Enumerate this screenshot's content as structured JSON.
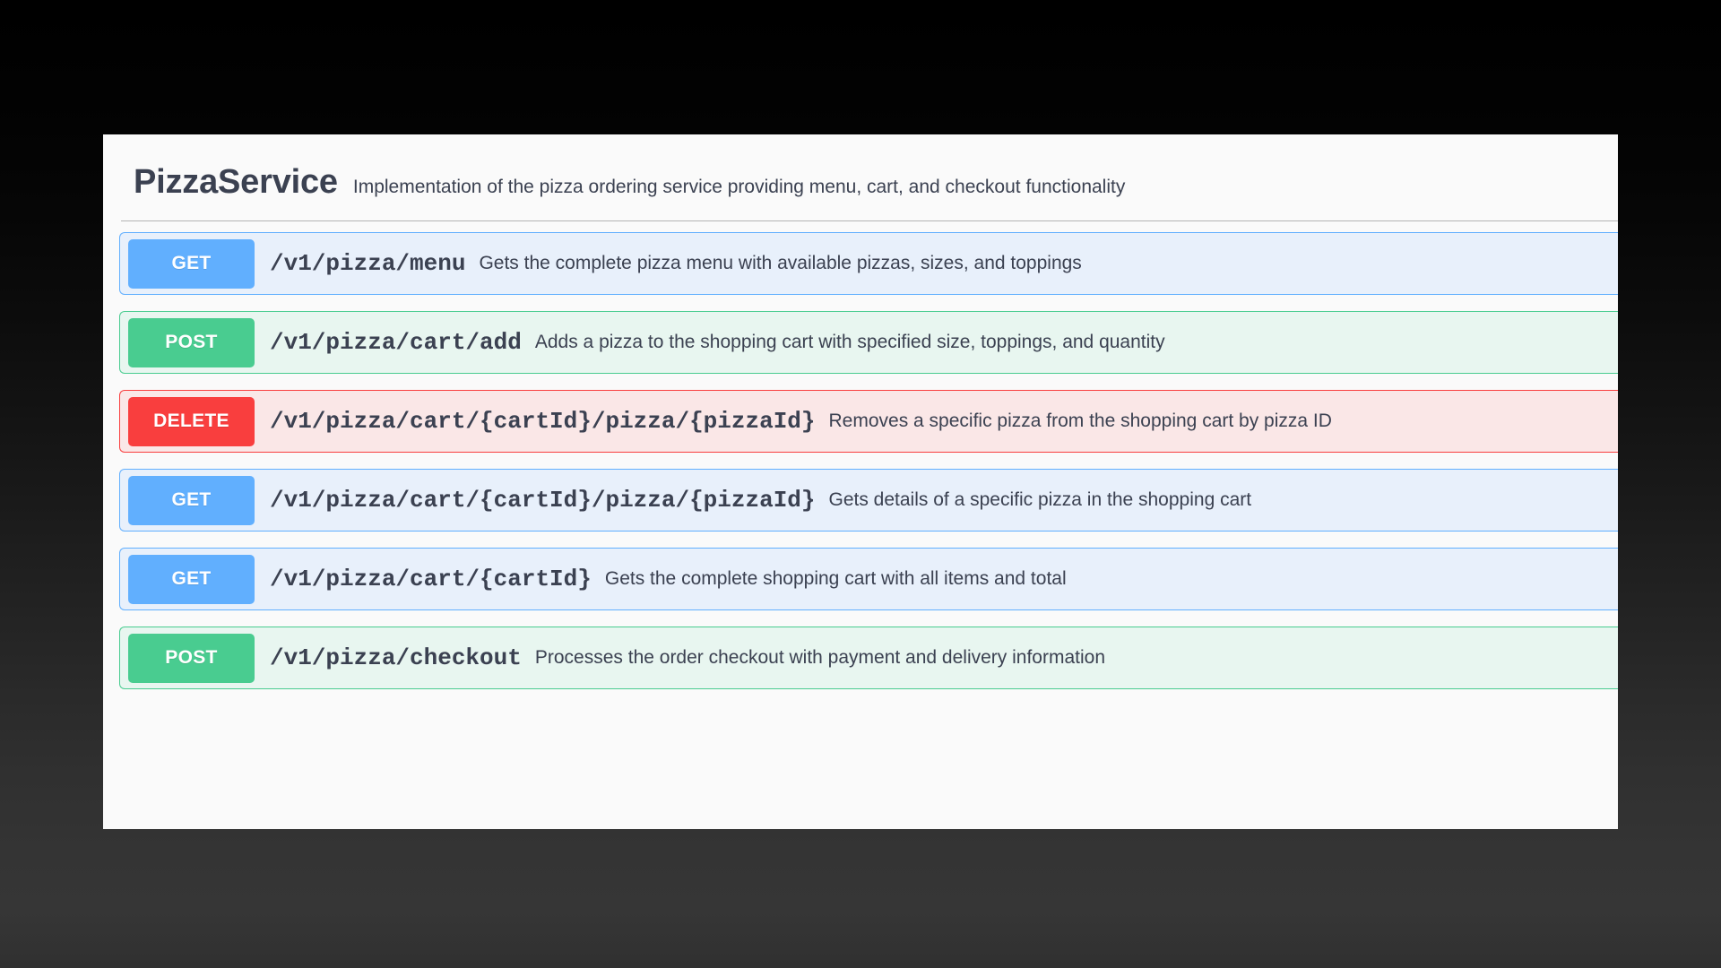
{
  "window": {
    "background_color": "#fafafa"
  },
  "header": {
    "title": "PizzaService",
    "description": "Implementation of the pizza ordering service providing menu, cart, and checkout functionality"
  },
  "colors": {
    "get": "#61affe",
    "post": "#49cc90",
    "delete": "#f93e3e",
    "get_bg": "#e8f0fb",
    "post_bg": "#e8f6f0",
    "delete_bg": "#fae7e7",
    "text": "#3b4151",
    "surface": "#fafafa"
  },
  "operations": [
    {
      "method": "GET",
      "path": "/v1/pizza/menu",
      "summary": "Gets the complete pizza menu with available pizzas, sizes, and toppings"
    },
    {
      "method": "POST",
      "path": "/v1/pizza/cart/add",
      "summary": "Adds a pizza to the shopping cart with specified size, toppings, and quantity"
    },
    {
      "method": "DELETE",
      "path": "/v1/pizza/cart/{cartId}/pizza/{pizzaId}",
      "summary": "Removes a specific pizza from the shopping cart by pizza ID"
    },
    {
      "method": "GET",
      "path": "/v1/pizza/cart/{cartId}/pizza/{pizzaId}",
      "summary": "Gets details of a specific pizza in the shopping cart"
    },
    {
      "method": "GET",
      "path": "/v1/pizza/cart/{cartId}",
      "summary": "Gets the complete shopping cart with all items and total"
    },
    {
      "method": "POST",
      "path": "/v1/pizza/checkout",
      "summary": "Processes the order checkout with payment and delivery information"
    }
  ]
}
